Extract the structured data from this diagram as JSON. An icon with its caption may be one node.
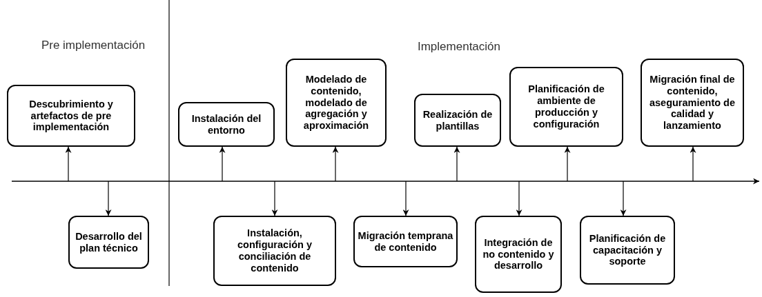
{
  "diagram": {
    "nodes": [
      {
        "text": [
          "Descubrimiento y artefactos de pre implementación"
        ]
      },
      {
        "text": [
          "Desarrollo del plan técnico"
        ]
      },
      {
        "text": [
          "Instalación del entorno"
        ]
      },
      {
        "text": [
          "Instalación, configuración y conciliación de contenido"
        ]
      },
      {
        "text": [
          "Modelado de contenido, modelado de agregación y aproximación"
        ]
      },
      {
        "text": [
          "Migración temprana de contenido"
        ]
      },
      {
        "text": [
          "Realización de plantillas"
        ]
      },
      {
        "text": [
          "Integración de no contenido y desarrollo"
        ]
      },
      {
        "text": [
          "Planificación de ambiente de producción y configuración"
        ]
      },
      {
        "text": [
          "Planificación de capacitación y soporte"
        ]
      },
      {
        "text": [
          "Migración final de contenido, aseguramiento de calidad y lanzamiento"
        ]
      }
    ],
    "edges": [
      {
        "from": null,
        "to": 0,
        "arrow": "to"
      },
      {
        "from": null,
        "to": 1,
        "arrow": "to"
      },
      {
        "from": null,
        "to": 2,
        "arrow": "to"
      },
      {
        "from": null,
        "to": 3,
        "arrow": "to"
      },
      {
        "from": null,
        "to": 4,
        "arrow": "to"
      },
      {
        "from": null,
        "to": 5,
        "arrow": "to"
      },
      {
        "from": null,
        "to": 6,
        "arrow": "to"
      },
      {
        "from": null,
        "to": 7,
        "arrow": "to"
      },
      {
        "from": null,
        "to": 8,
        "arrow": "to"
      },
      {
        "from": null,
        "to": 9,
        "arrow": "to"
      },
      {
        "from": null,
        "to": 10,
        "arrow": "to"
      }
    ],
    "labels": [
      "Pre implementación",
      "Implementación"
    ]
  }
}
